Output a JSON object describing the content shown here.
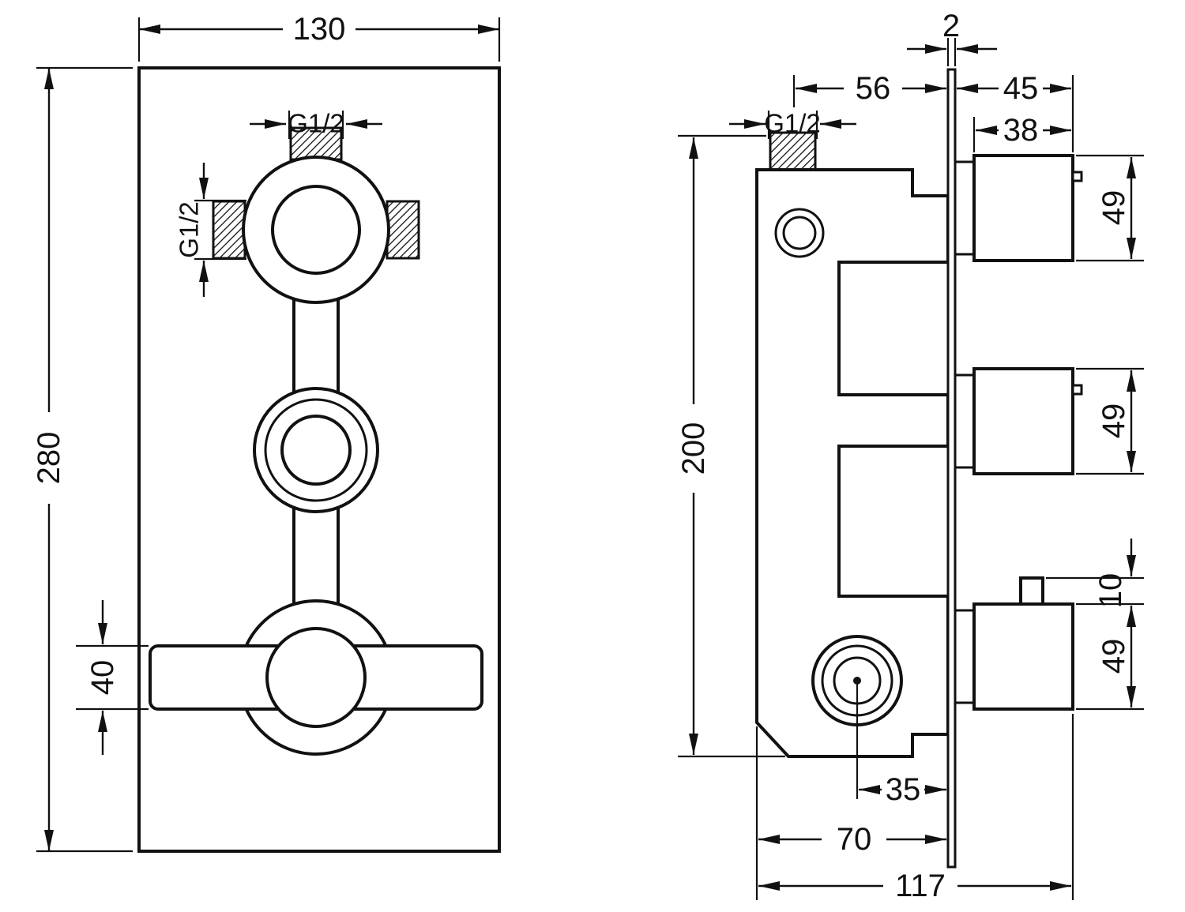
{
  "style": {
    "line_color": "#111111",
    "background": "#ffffff"
  },
  "drawing": {
    "front_view": {
      "width": "130",
      "height": "280",
      "inlet_top_thread": "G1/2",
      "inlet_side_thread": "G1/2",
      "handle_height": "40"
    },
    "side_view": {
      "plate_thickness": "2",
      "body_to_plate_depth": "56",
      "knob_projection": "45",
      "knob_width": "38",
      "knob_top_height": "49",
      "knob_middle_height": "49",
      "lever_height": "10",
      "knob_bottom_height": "49",
      "body_height": "200",
      "outlet_to_plate": "35",
      "outlet_spacing": "70",
      "total_depth": "117",
      "inlet_thread": "G1/2"
    }
  }
}
